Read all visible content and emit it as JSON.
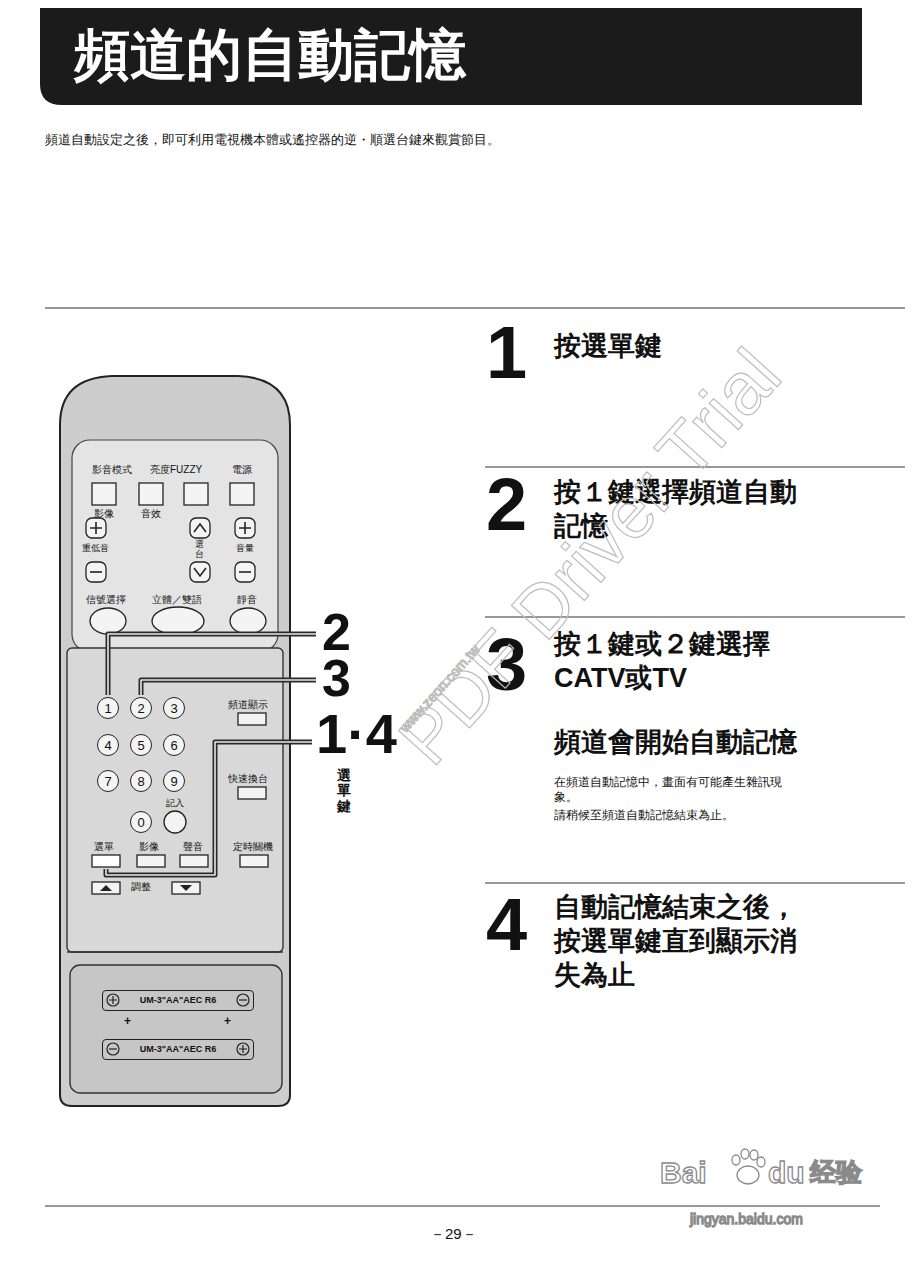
{
  "diagram": {
    "title": "頻道的自動記憶",
    "nodes": [
      {
        "text": [
          "1"
        ]
      },
      {
        "text": [
          "2"
        ]
      },
      {
        "text": [
          "3"
        ]
      },
      {
        "text": [
          "4"
        ]
      },
      {
        "text": [
          "5"
        ]
      },
      {
        "text": [
          "6"
        ]
      },
      {
        "text": [
          "7"
        ]
      },
      {
        "text": [
          "8"
        ]
      },
      {
        "text": [
          "9"
        ]
      },
      {
        "text": [
          "0"
        ]
      },
      {
        "text": [
          "UM-3\"AA\"AEC R6"
        ]
      },
      {
        "text": [
          "UM-3\"AA\"AEC R6"
        ]
      }
    ],
    "labels": [
      "頻道自動設定之後，即可利用電視機本體或遙控器的逆・順選台鍵來觀賞節目。",
      "1",
      "按選單鍵",
      "2",
      "按１鍵選擇頻道自動記憶",
      "3",
      "按１鍵或２鍵選擇CATV或TV",
      "頻道會開始自動記憶",
      "在頻道自動記憶中，畫面有可能產生雜訊現象。",
      "請稍候至頻道自動記憶結束為止。",
      "4",
      "自動記憶結束之後，按選單鍵直到顯示消失為止",
      "影音模式",
      "亮度FUZZY",
      "電源",
      "影像",
      "音效",
      "重低音",
      "選台",
      "音量",
      "信號選擇",
      "立體／雙語",
      "靜音",
      "頻道顯示",
      "快速換台",
      "記入",
      "選單",
      "影像",
      "聲音",
      "定時關機",
      "調整",
      "+",
      "+",
      "2",
      "3",
      "1·4",
      "選單鍵",
      "－29－",
      "PDF Driver Trial",
      "www.zeon.com.tw",
      "Bai",
      "du",
      "经验",
      "jingyan.baidu.com"
    ]
  }
}
